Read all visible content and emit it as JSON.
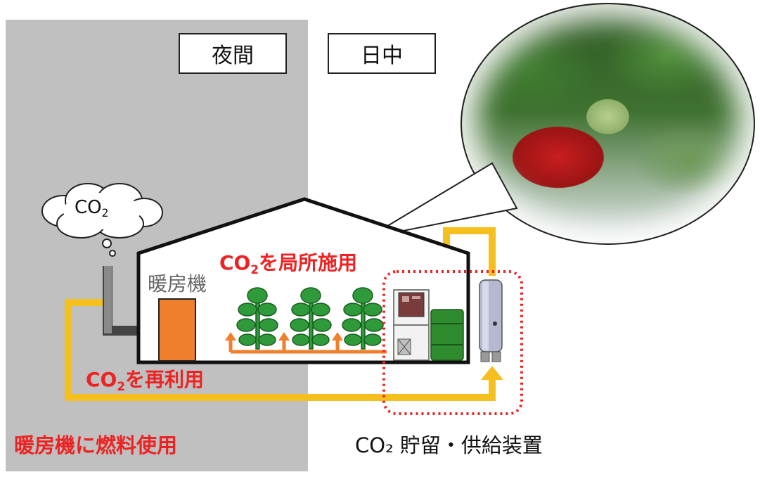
{
  "labels": {
    "night": "夜間",
    "day": "日中",
    "cloud_co": "CO",
    "cloud_sub": "2",
    "heater": "暖房機",
    "local_co": "CO",
    "local_sub": "2",
    "local_text": "を局所施用",
    "reuse_co": "CO",
    "reuse_sub": "2",
    "reuse_text": "を再利用",
    "fuel": "暖房機に燃料使用",
    "device": "CO₂ 貯留・供給装置"
  },
  "icons": {
    "smoke_cloud": "thought-cloud-icon",
    "heater": "heater-icon",
    "plant": "plant-icon",
    "co2_controller": "control-panel-icon",
    "co2_tank": "tank-icon",
    "co2_cylinder": "cylinder-icon",
    "strawberry_photo": "strawberry-photo"
  },
  "colors": {
    "night_background": "#c0c0c0",
    "heater": "#f07f2c",
    "co2_flow": "#f5c01e",
    "local_flow": "#f07f2c",
    "highlight": "#ee2222",
    "plant": "#2f9a3a",
    "tank": "#2e8b2e"
  }
}
